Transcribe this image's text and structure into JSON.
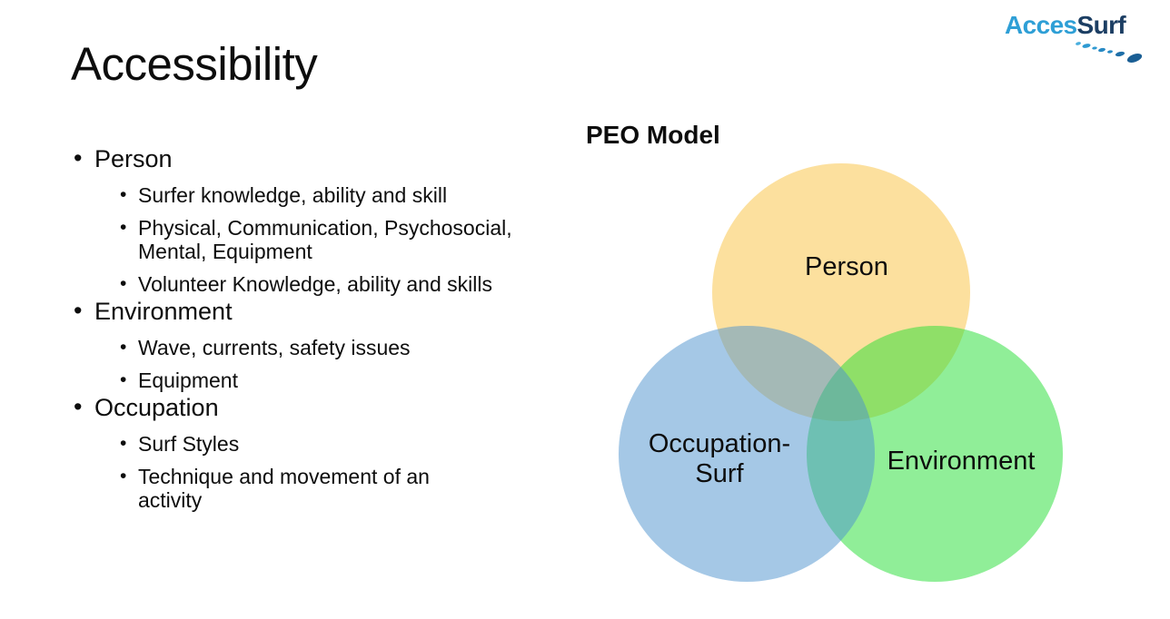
{
  "title": "Accessibility",
  "logo": {
    "acces": "Acces",
    "surf": "Surf",
    "acces_color": "#2E9FD6",
    "surf_color": "#1C3E63",
    "islands_icon": "hawaiian-islands"
  },
  "outline": {
    "sections": [
      {
        "label": "Person",
        "items": [
          "Surfer knowledge, ability and skill",
          "Physical, Communication, Psychosocial, Mental, Equipment",
          "Volunteer Knowledge, ability and skills"
        ]
      },
      {
        "label": "Environment",
        "items": [
          "Wave, currents, safety issues",
          "Equipment"
        ]
      },
      {
        "label": "Occupation",
        "items": [
          "Surf Styles",
          "Technique and movement of an activity"
        ]
      }
    ]
  },
  "diagram": {
    "title": "PEO Model",
    "type": "venn",
    "circles": [
      {
        "label": "Person",
        "fill": "#F9C13D",
        "opacity": 0.5,
        "position": "top"
      },
      {
        "label": "Occupation-Surf",
        "fill": "#4B91CD",
        "opacity": 0.5,
        "position": "bottom-left"
      },
      {
        "label": "Environment",
        "fill": "#21DD31",
        "opacity": 0.5,
        "position": "bottom-right"
      }
    ],
    "labels": {
      "person": "Person",
      "occupation_line1": "Occupation-",
      "occupation_line2": "Surf",
      "environment": "Environment"
    }
  }
}
